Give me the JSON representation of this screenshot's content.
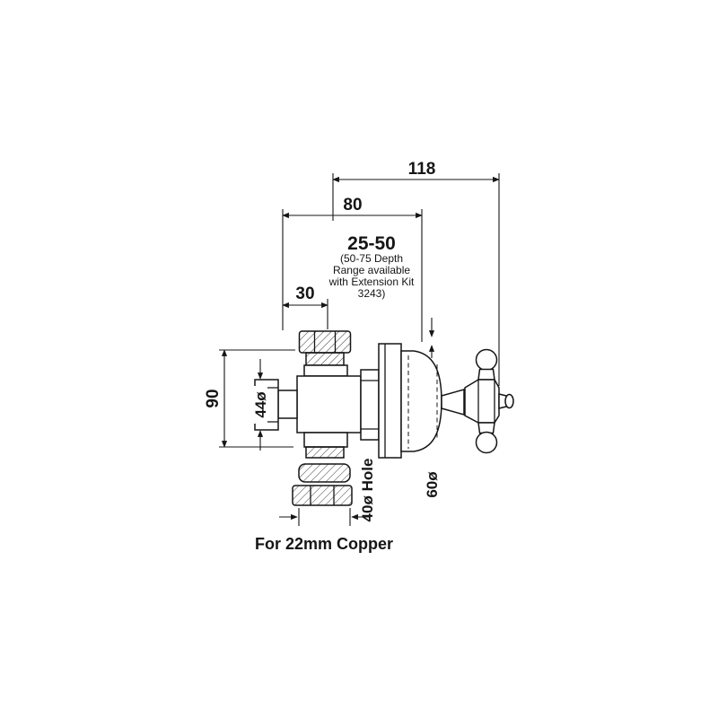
{
  "colors": {
    "background": "#ffffff",
    "ink": "#151515"
  },
  "drawing": {
    "caption": "For 22mm Copper",
    "labels": {
      "overall_width": "118",
      "body_width": "80",
      "inlet_offset": "30",
      "depth_range": "25-50",
      "depth_note_1": "(50-75 Depth",
      "depth_note_2": "Range available",
      "depth_note_3": "with Extension Kit",
      "depth_note_4": "3243)",
      "height": "90",
      "union_diameter": "44ø",
      "hole_diameter": "40ø Hole",
      "plate_diameter": "60ø"
    }
  }
}
